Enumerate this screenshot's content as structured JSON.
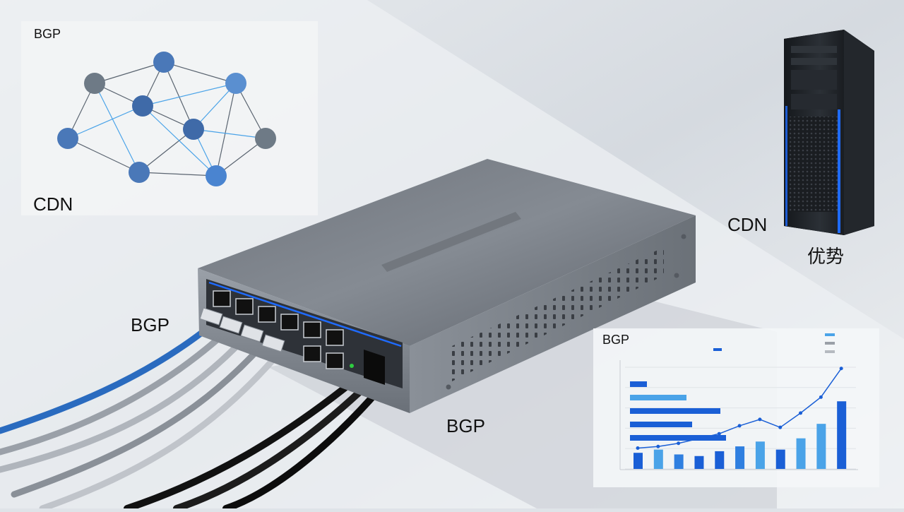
{
  "labels": {
    "network_title": "BGP",
    "network_caption": "CDN",
    "switch_left_label": "BGP",
    "switch_bottom_label": "BGP",
    "server_label": "CDN",
    "server_sub_label": "优势",
    "chart_title": "BGP"
  },
  "colors": {
    "accent_blue": "#1a5fd6",
    "light_blue": "#4aa3e8",
    "node_blue": "#4a78b8",
    "node_gray": "#6e7a86",
    "switch_body": "#7a808a",
    "server_body": "#1f2328"
  },
  "icons": [
    "network-switch-icon",
    "server-tower-icon",
    "ethernet-cable-icon"
  ],
  "chart_data": {
    "type": "bar",
    "hbar_values": [
      15,
      50,
      80,
      55,
      85
    ],
    "vbar_values": [
      10,
      12,
      9,
      8,
      11,
      14,
      17,
      12,
      19,
      28,
      42
    ],
    "line_values": [
      2,
      3,
      5,
      8,
      11,
      16,
      20,
      15,
      24,
      34,
      52
    ],
    "ylim": [
      0,
      100
    ]
  }
}
